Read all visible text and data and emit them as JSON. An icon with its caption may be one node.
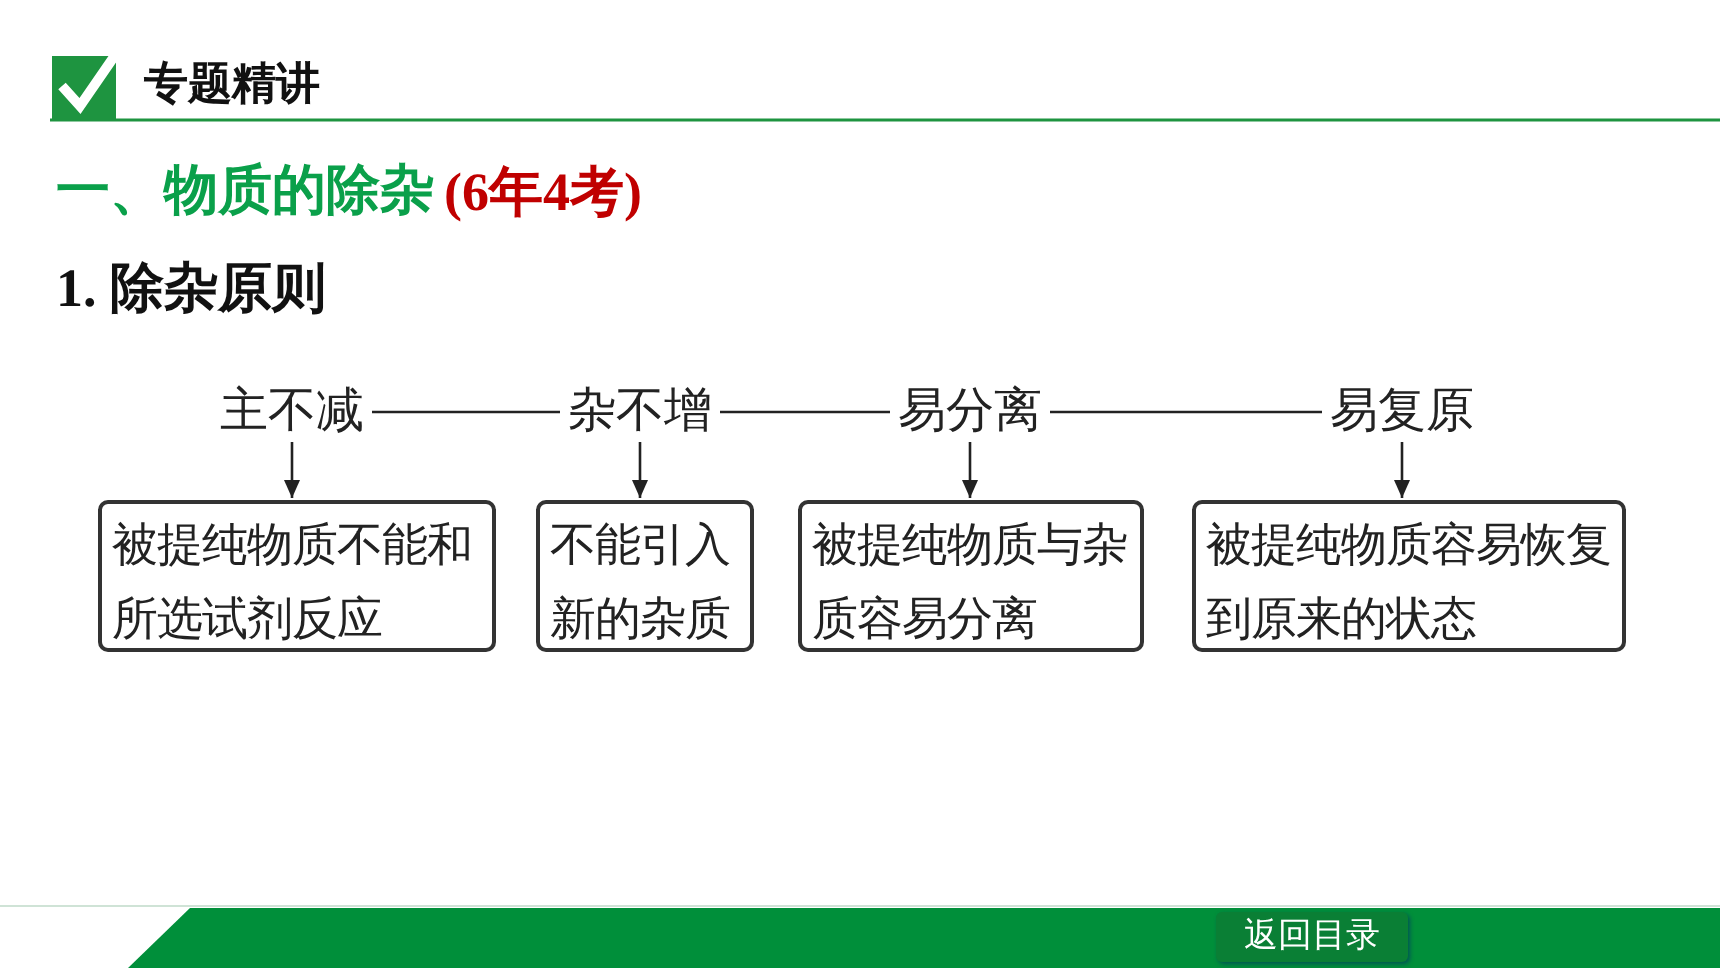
{
  "diagram": {
    "nodes": [
      {
        "text": [
          "主不减"
        ]
      },
      {
        "text": [
          "杂不增"
        ]
      },
      {
        "text": [
          "易分离"
        ]
      },
      {
        "text": [
          "易复原"
        ]
      },
      {
        "text": [
          "被提纯物质不能和所选试剂反应"
        ]
      },
      {
        "text": [
          "不能引入新的杂质"
        ]
      },
      {
        "text": [
          "被提纯物质与杂质容易分离"
        ]
      },
      {
        "text": [
          "被提纯物质容易恢复到原来的状态"
        ]
      }
    ],
    "edges": [
      {
        "from": 0,
        "to": 1,
        "arrow": "none"
      },
      {
        "from": 1,
        "to": 2,
        "arrow": "none"
      },
      {
        "from": 2,
        "to": 3,
        "arrow": "none"
      },
      {
        "from": 0,
        "to": 4,
        "arrow": "to"
      },
      {
        "from": 1,
        "to": 5,
        "arrow": "to"
      },
      {
        "from": 2,
        "to": 6,
        "arrow": "to"
      },
      {
        "from": 3,
        "to": 7,
        "arrow": "to"
      }
    ],
    "labels": [
      "专题精讲",
      "一、物质的除杂",
      "(6年4考)",
      "1. 除杂原则",
      "返回目录"
    ]
  }
}
